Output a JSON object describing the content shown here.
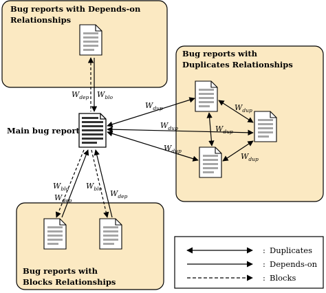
{
  "colors": {
    "group_fill": "#fbe9c2",
    "group_stroke": "#000000",
    "doc_fill": "#ffffff",
    "doc_lines": "#a6a6a6",
    "main_doc_lines": "#333333"
  },
  "groups": {
    "depends_on": {
      "title_line1": "Bug reports with Depends-on",
      "title_line2": "Relationships"
    },
    "duplicates": {
      "title_line1": "Bug reports with",
      "title_line2": "Duplicates Relationships"
    },
    "blocks": {
      "title_line1": "Bug reports with",
      "title_line2": "Blocks Relationships"
    }
  },
  "main_report": {
    "label": "Main bug report"
  },
  "edge_labels": {
    "top_dep": {
      "w": "W",
      "sub": "dep"
    },
    "top_blo": {
      "w": "W",
      "sub": "blo"
    },
    "dup_1": {
      "w": "W",
      "sub": "dup"
    },
    "dup_2": {
      "w": "W",
      "sub": "dup"
    },
    "dup_3": {
      "w": "W",
      "sub": "dup"
    },
    "dup_a": {
      "w": "W",
      "sub": "dup"
    },
    "dup_b": {
      "w": "W",
      "sub": "dup"
    },
    "dup_c": {
      "w": "W",
      "sub": "dup"
    },
    "bot_l_blo": {
      "w": "W",
      "sub": "blo"
    },
    "bot_l_dep": {
      "w": "W",
      "sub": "dep"
    },
    "bot_r_blo": {
      "w": "W",
      "sub": "blo"
    },
    "bot_r_dep": {
      "w": "W",
      "sub": "dep"
    }
  },
  "legend": {
    "duplicates": {
      "colon": ":",
      "label": "Duplicates"
    },
    "depends_on": {
      "colon": ":",
      "label": "Depends-on"
    },
    "blocks": {
      "colon": ":",
      "label": "Blocks"
    }
  }
}
